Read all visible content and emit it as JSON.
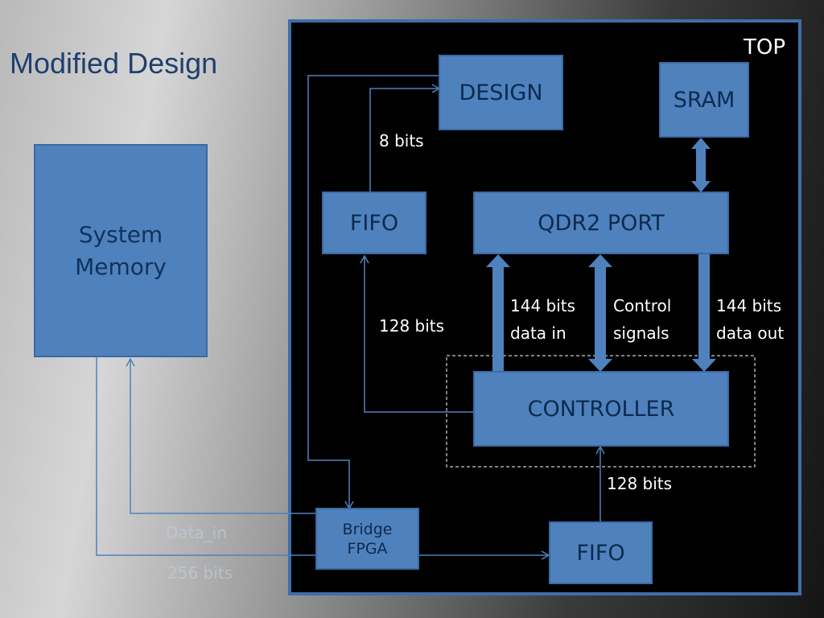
{
  "slide": {
    "title": "Modified Design",
    "top_label": "TOP"
  },
  "blocks": {
    "system_memory": "System\nMemory",
    "design": "DESIGN",
    "sram": "SRAM",
    "fifo_top": "FIFO",
    "qdr2_port": "QDR2 PORT",
    "controller": "CONTROLLER",
    "bridge_fpga": "Bridge\nFPGA",
    "fifo_bottom": "FIFO"
  },
  "labels": {
    "fifo_to_design": "8 bits",
    "controller_to_fifo": "128 bits",
    "data_in": "144 bits\ndata in",
    "control": "Control\nsignals",
    "data_out": "144 bits\ndata out",
    "fifo_to_controller": "128 bits",
    "data_in_faint": "Data_in",
    "bits_256_faint": "256 bits"
  },
  "colors": {
    "block_fill": "#4f81bd",
    "block_text": "#0d2a4f",
    "frame_border": "#3e6ea8",
    "wire": "#4f81bd",
    "dashed": "#ffffff"
  }
}
